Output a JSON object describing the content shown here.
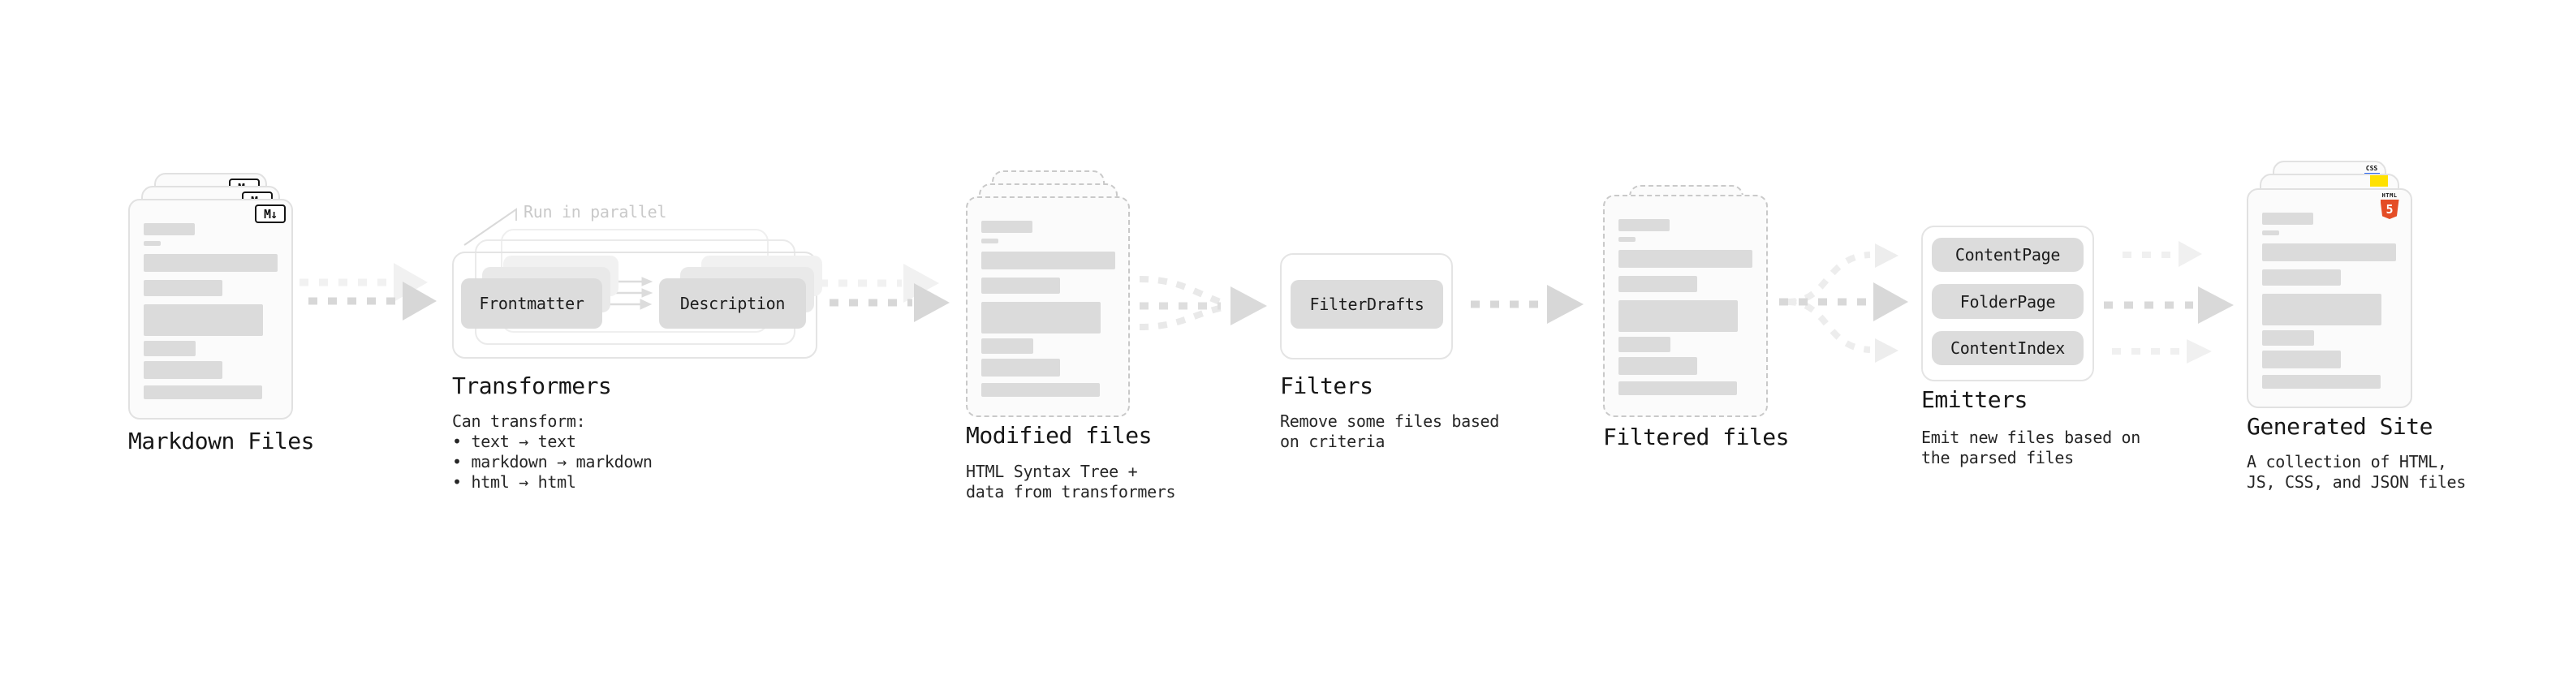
{
  "diagram": {
    "stages": {
      "markdown_files": {
        "title": "Markdown Files",
        "badge": "M↓"
      },
      "transformers": {
        "title": "Transformers",
        "note": "Run in parallel",
        "node_frontmatter": "Frontmatter",
        "node_description": "Description",
        "description": "Can transform:\n • text → text\n • markdown → markdown\n • html → html"
      },
      "modified_files": {
        "title": "Modified files",
        "description": "HTML Syntax Tree +\ndata from transformers"
      },
      "filters": {
        "title": "Filters",
        "node_filterdrafts": "FilterDrafts",
        "description": "Remove some files based\non criteria"
      },
      "filtered_files": {
        "title": "Filtered files"
      },
      "emitters": {
        "title": "Emitters",
        "node_contentpage": "ContentPage",
        "node_folderpage": "FolderPage",
        "node_contentindex": "ContentIndex",
        "description": "Emit new files based on\nthe parsed files"
      },
      "generated_site": {
        "title": "Generated Site",
        "badge_html_label": "HTML",
        "badge_html_number": "5",
        "badge_css_label": "CSS",
        "description": "A collection of HTML,\nJS, CSS, and JSON files"
      }
    },
    "colors": {
      "html5_orange": "#e44d26",
      "css_blue": "#2965f1",
      "js_yellow": "#ffe100"
    }
  }
}
